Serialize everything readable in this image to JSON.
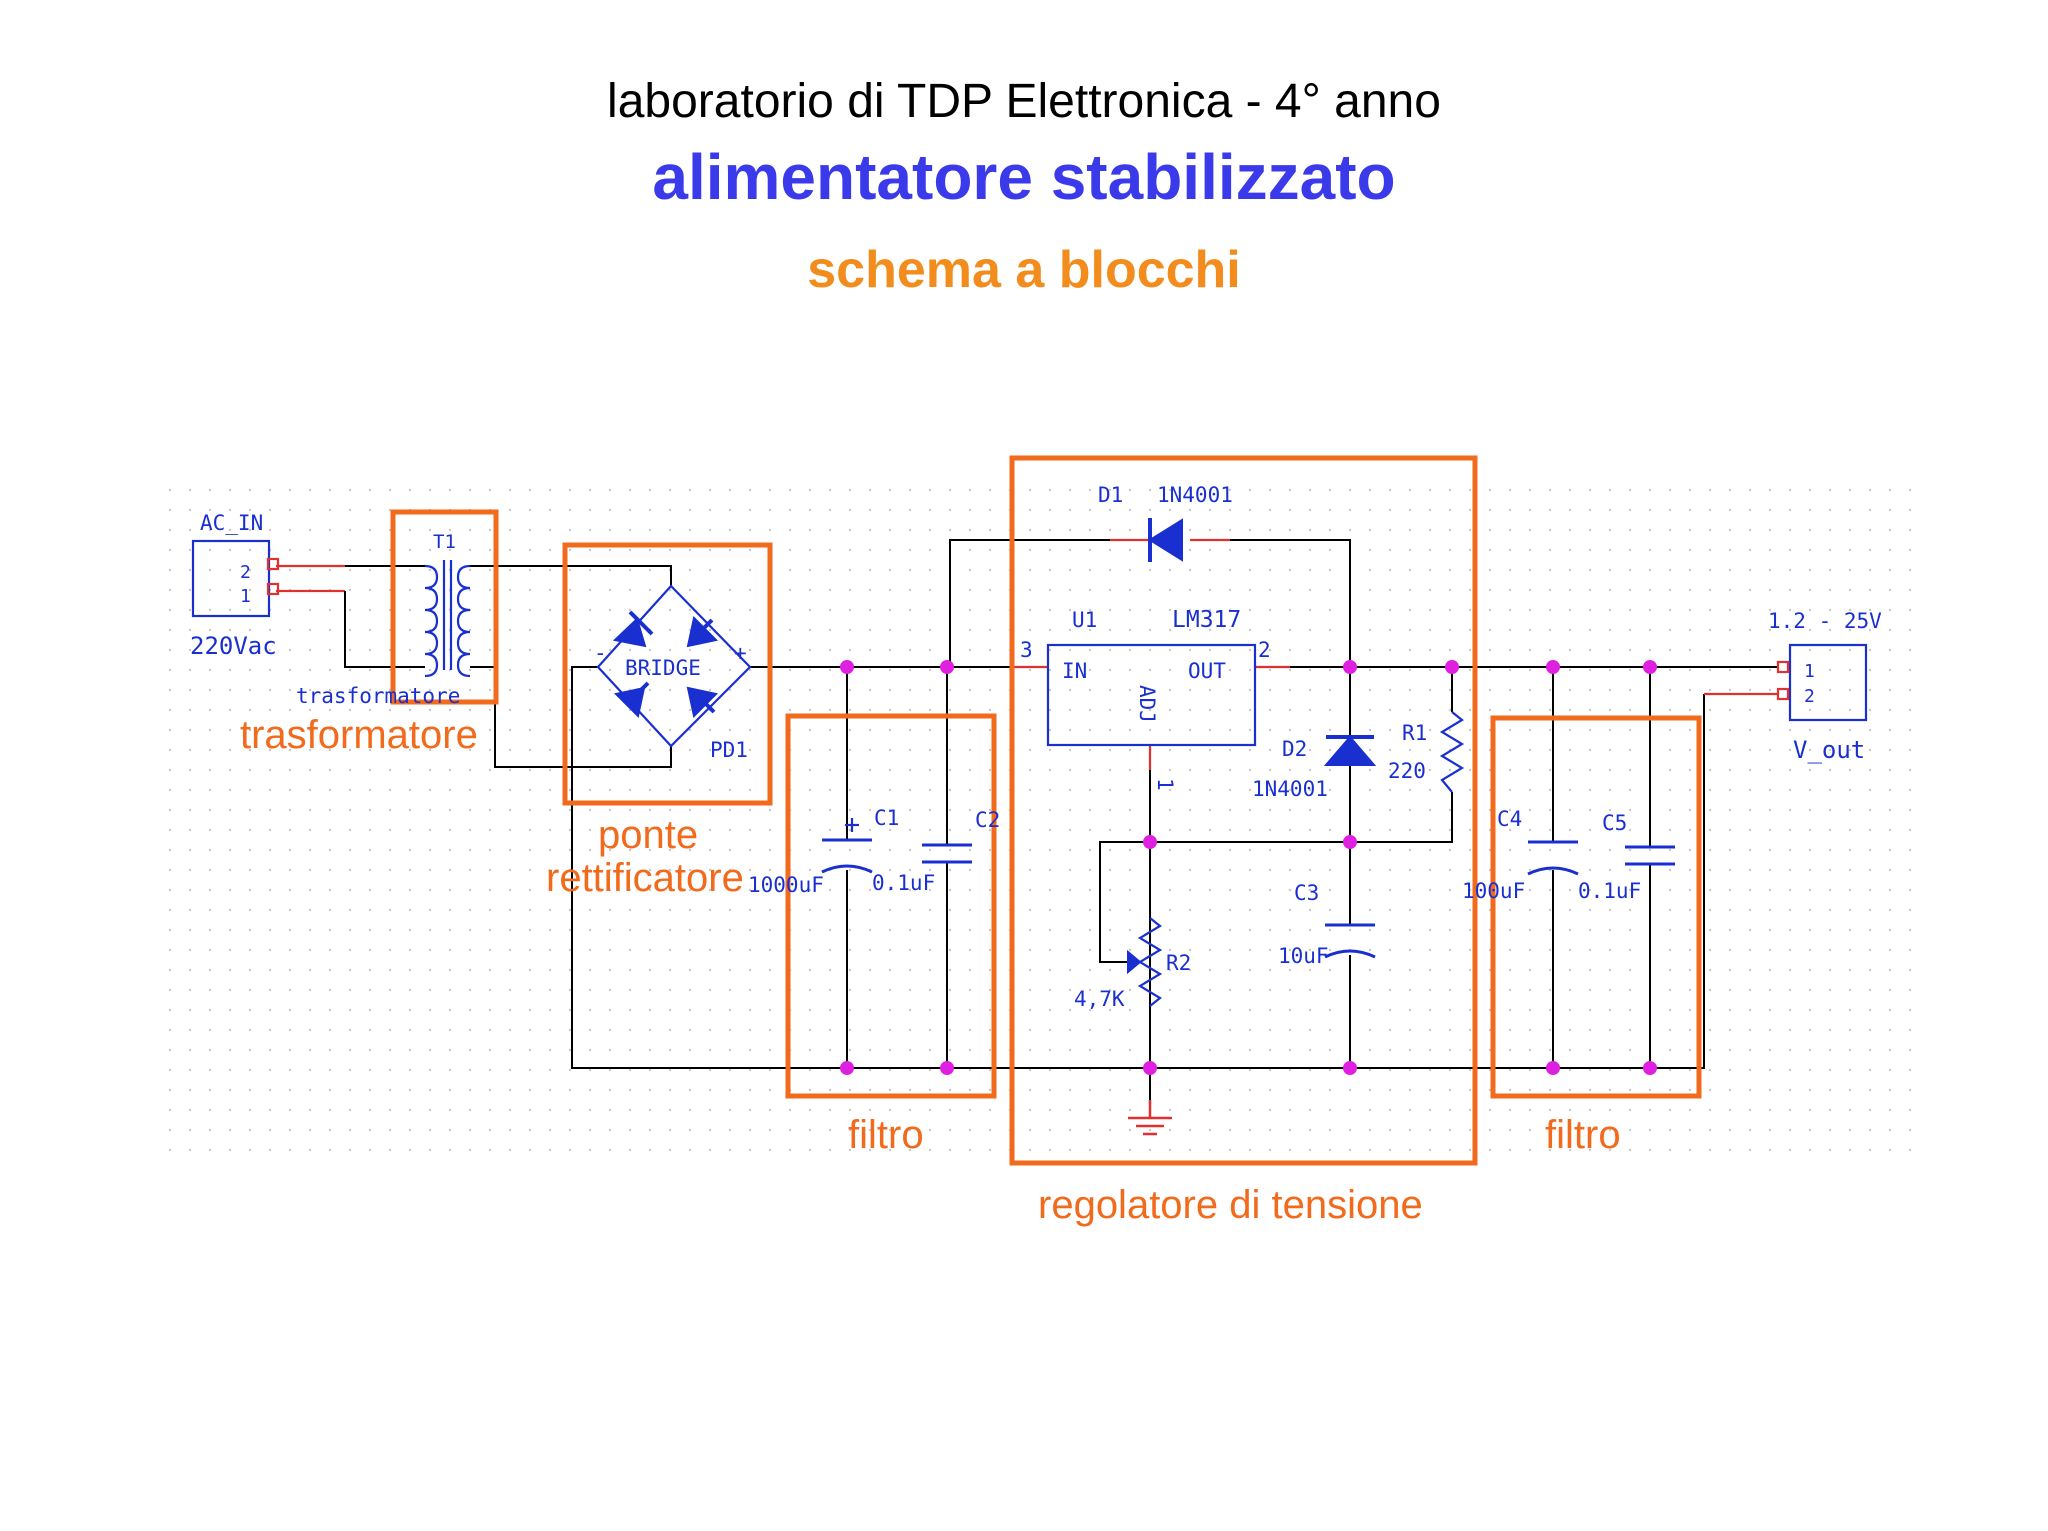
{
  "header": {
    "line1": "laboratorio di TDP Elettronica - 4° anno",
    "title": "alimentatore stabilizzato",
    "subtitle": "schema a blocchi"
  },
  "labels": {
    "ac_in": "AC_IN",
    "ac_pin2": "2",
    "ac_pin1": "1",
    "ac_voltage": "220Vac",
    "t1": "T1",
    "t1_name": "trasformatore",
    "bridge": "BRIDGE",
    "bridge_minus": "-",
    "bridge_plus": "+",
    "pd1": "PD1",
    "c1": "C1",
    "c1_val": "1000uF",
    "c2": "C2",
    "c2_val": "0.1uF",
    "d1": "D1",
    "d1_val": "1N4001",
    "u1": "U1",
    "u1_val": "LM317",
    "pin3": "3",
    "pin2": "2",
    "pin1": "1",
    "in": "IN",
    "out": "OUT",
    "adj": "ADJ",
    "d2": "D2",
    "d2_val": "1N4001",
    "r1": "R1",
    "r1_val": "220",
    "c3": "C3",
    "c3_val": "10uF",
    "r2": "R2",
    "r2_val": "4,7K",
    "c4": "C4",
    "c4_val": "100uF",
    "c5": "C5",
    "c5_val": "0.1uF",
    "vout_range": "1.2 - 25V",
    "vout_pin1": "1",
    "vout_pin2": "2",
    "vout": "V_out"
  },
  "annotations": {
    "trasformatore": "trasformatore",
    "ponte": "ponte",
    "rettificatore": "rettificatore",
    "filtro_left": "filtro",
    "regolatore": "regolatore di tensione",
    "filtro_right": "filtro"
  },
  "colors": {
    "title_blue": "#3a3aeb",
    "orange": "#f26a1c",
    "component_blue": "#1a2fd0",
    "wire_red": "#e03030",
    "node_magenta": "#e020e0"
  }
}
